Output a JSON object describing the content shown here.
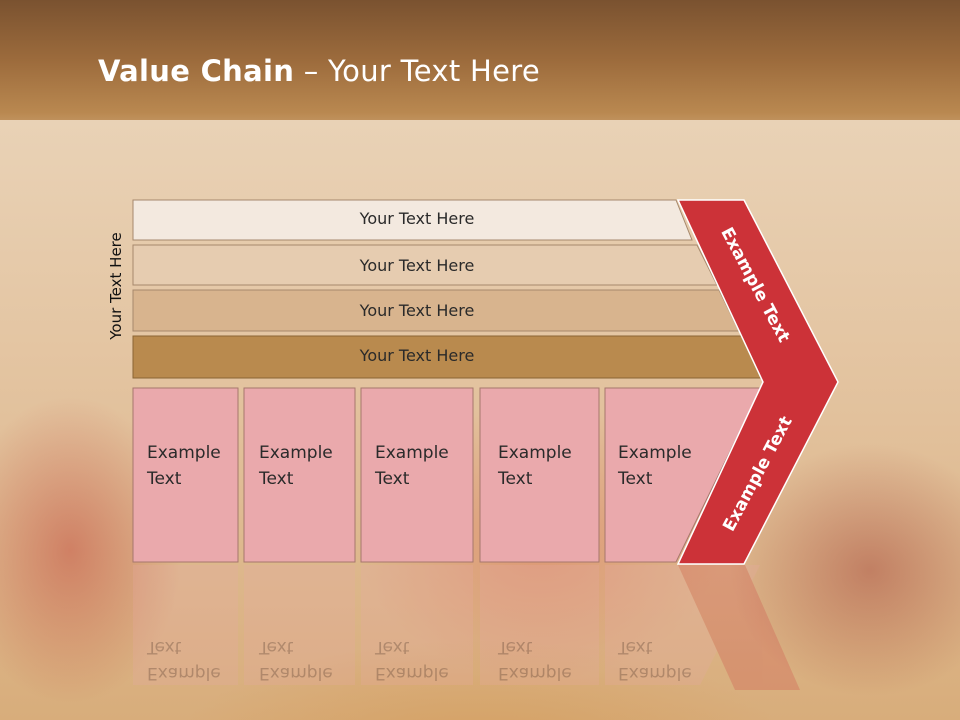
{
  "title": {
    "bold": "Value Chain",
    "rest": " – Your Text Here"
  },
  "side_label": "Your Text Here",
  "bars": [
    {
      "label": "Your Text Here",
      "color": "#f3e9df"
    },
    {
      "label": "Your Text Here",
      "color": "#e6ccb0"
    },
    {
      "label": "Your Text Here",
      "color": "#d8b48e"
    },
    {
      "label": "Your Text Here",
      "color": "#b98a4e"
    }
  ],
  "boxes": [
    {
      "line1": "Example",
      "line2": "Text"
    },
    {
      "line1": "Example",
      "line2": "Text"
    },
    {
      "line1": "Example",
      "line2": "Text"
    },
    {
      "line1": "Example",
      "line2": "Text"
    },
    {
      "line1": "Example",
      "line2": "Text"
    }
  ],
  "arrow": {
    "upper_label": "Example Text",
    "lower_label": "Example Text",
    "color": "#cc3238"
  },
  "colors": {
    "box_fill": "#eaa9ac",
    "box_stroke": "#a6776c"
  }
}
